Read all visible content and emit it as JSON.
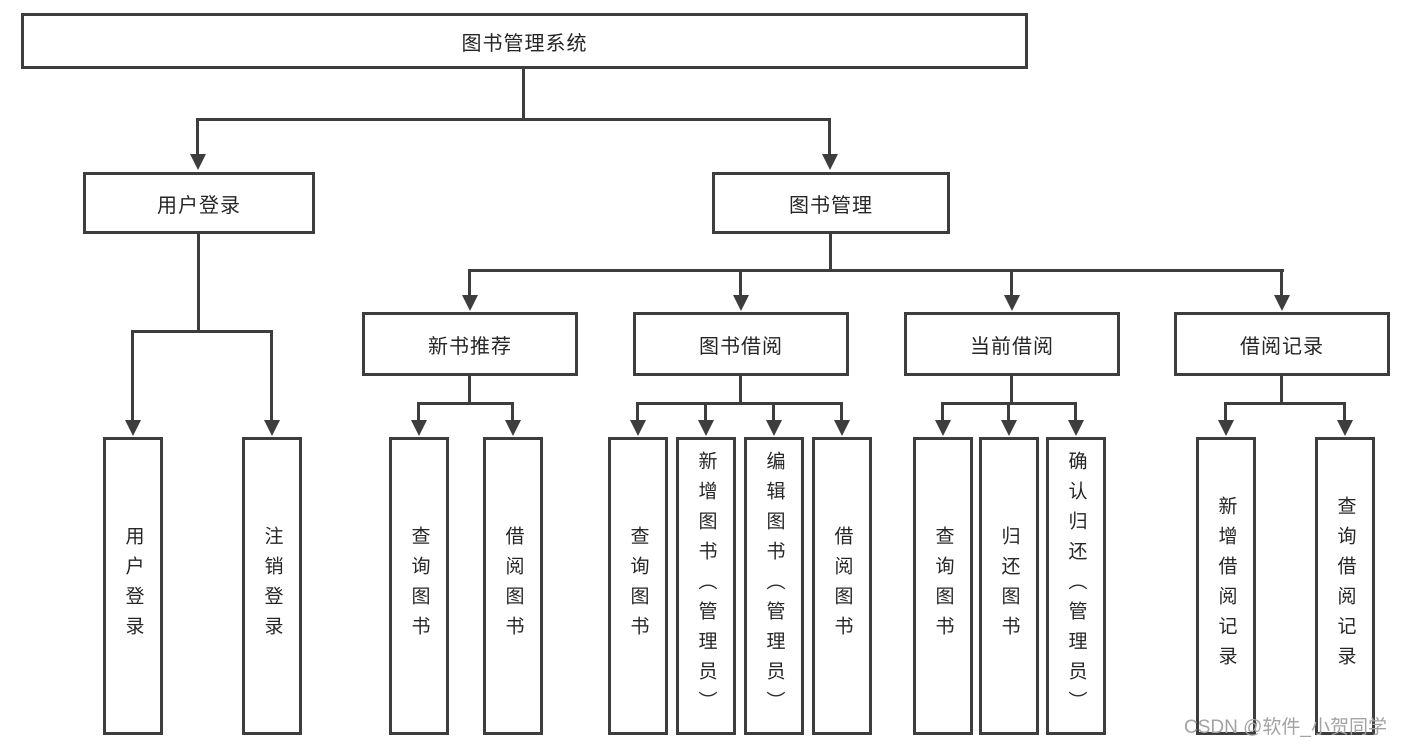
{
  "tree": {
    "root": "图书管理系统",
    "branches": [
      {
        "label": "用户登录",
        "children": [
          "用户登录",
          "注销登录"
        ]
      },
      {
        "label": "图书管理",
        "groups": [
          {
            "label": "新书推荐",
            "children": [
              "查询图书",
              "借阅图书"
            ]
          },
          {
            "label": "图书借阅",
            "children": [
              "查询图书",
              "新增图书（管理员）",
              "编辑图书（管理员）",
              "借阅图书"
            ]
          },
          {
            "label": "当前借阅",
            "children": [
              "查询图书",
              "归还图书",
              "确认归还（管理员）"
            ]
          },
          {
            "label": "借阅记录",
            "children": [
              "新增借阅记录",
              "查询借阅记录"
            ]
          }
        ]
      }
    ]
  },
  "watermark": {
    "text": "CSDN @软件_小贺同学"
  },
  "colors": {
    "line": "#3d3d3d",
    "box_border": "#3d3d3d",
    "box_background": "#ffffff",
    "text": "#262626",
    "watermark_text": "#a3a3a3",
    "page_background": "#ffffff"
  }
}
